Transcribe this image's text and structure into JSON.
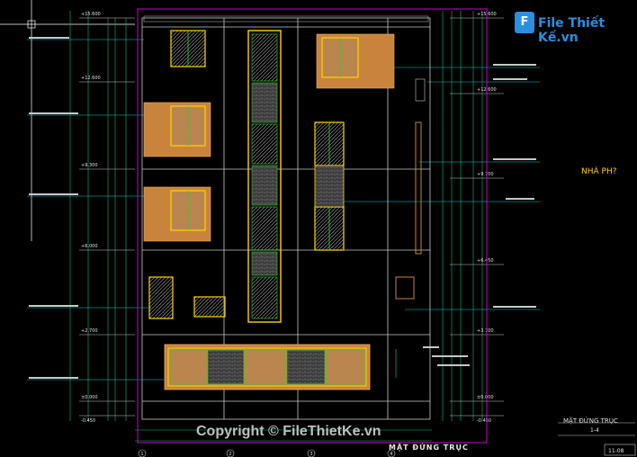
{
  "logo": {
    "text": "File Thiết Kế.vn",
    "mark": "F"
  },
  "side_label": "NHÀ PH?",
  "copyright": "Copyright © FileThietKe.vn",
  "caption": "MẶT ĐỨNG TRỤC",
  "title_block": {
    "title": "MẶT ĐỨNG TRỤC",
    "scale": "1-4",
    "sheet": "11-08"
  },
  "levels_left": [
    "+15.600",
    "+12.600",
    "+9.300",
    "+6.000",
    "+2.700",
    "±0.000",
    "-0.450"
  ],
  "levels_right": [
    "+15.600",
    "+12.600",
    "+9.700",
    "+6.450",
    "+3.700",
    "±0.000",
    "-0.450"
  ],
  "axis_labels": [
    "1",
    "2",
    "3",
    "4"
  ],
  "colors": {
    "background": "#000000",
    "frame": "#cc00cc",
    "panel": "#c8843c",
    "cyan": "#00d0d0",
    "yellow": "#ffd400",
    "green": "#33cc33"
  }
}
